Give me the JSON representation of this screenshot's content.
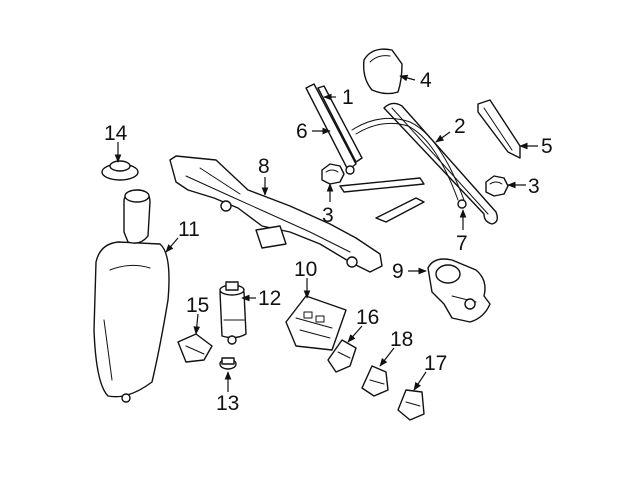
{
  "callouts": {
    "c1": "1",
    "c2": "2",
    "c3a": "3",
    "c3b": "3",
    "c4": "4",
    "c5": "5",
    "c6": "6",
    "c7": "7",
    "c8": "8",
    "c9": "9",
    "c10": "10",
    "c11": "11",
    "c12": "12",
    "c13": "13",
    "c14": "14",
    "c15": "15",
    "c16": "16",
    "c17": "17",
    "c18": "18"
  },
  "colors": {
    "line": "#111111",
    "background": "#ffffff"
  }
}
